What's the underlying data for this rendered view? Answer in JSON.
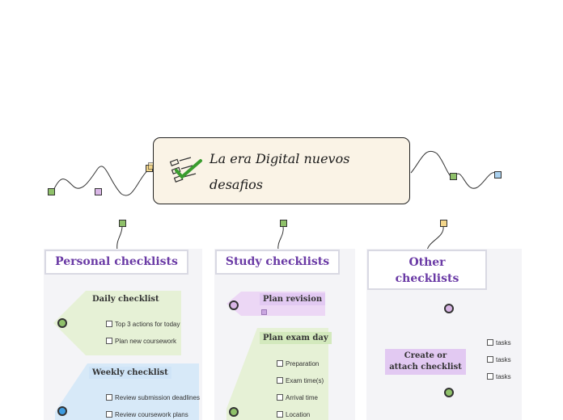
{
  "central": {
    "title": "La era Digital nuevos desafios",
    "icon": "checklist-icon"
  },
  "colors": {
    "central_bg": "#faf3e6",
    "header_text": "#6a3aa5",
    "daily_bg": "#e6f1d6",
    "weekly_bg": "#d7e9f8",
    "revision_bg": "#ecd7f5",
    "exam_bg": "#e6f1d6",
    "attach_bg": "#e2c9f2"
  },
  "branches": [
    {
      "header": "Personal checklists",
      "topics": [
        {
          "label": "Daily checklist",
          "items": [
            "Top 3 actions for today",
            "Plan new coursework"
          ]
        },
        {
          "label": "Weekly checklist",
          "items": [
            "Review submission deadlines",
            "Review coursework plans"
          ]
        }
      ]
    },
    {
      "header": "Study checklists",
      "topics": [
        {
          "label": "Plan revision",
          "items": []
        },
        {
          "label": "Plan exam day",
          "items": [
            "Preparation",
            "Exam time(s)",
            "Arrival time",
            "Location"
          ]
        }
      ]
    },
    {
      "header": "Other checklists",
      "topics": [
        {
          "label": "Create or attach checklist",
          "items": [
            "tasks",
            "tasks",
            "tasks"
          ]
        }
      ]
    }
  ]
}
